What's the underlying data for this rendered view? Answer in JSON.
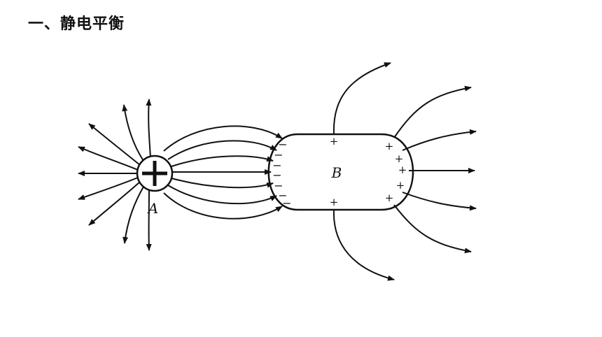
{
  "header": {
    "title": "一、静电平衡"
  },
  "diagram": {
    "labels": {
      "charge_a": "A",
      "conductor_b": "B"
    },
    "symbols": {
      "plus": "+",
      "minus": "−"
    },
    "colors": {
      "ink": "#111111",
      "background": "#ffffff"
    }
  }
}
